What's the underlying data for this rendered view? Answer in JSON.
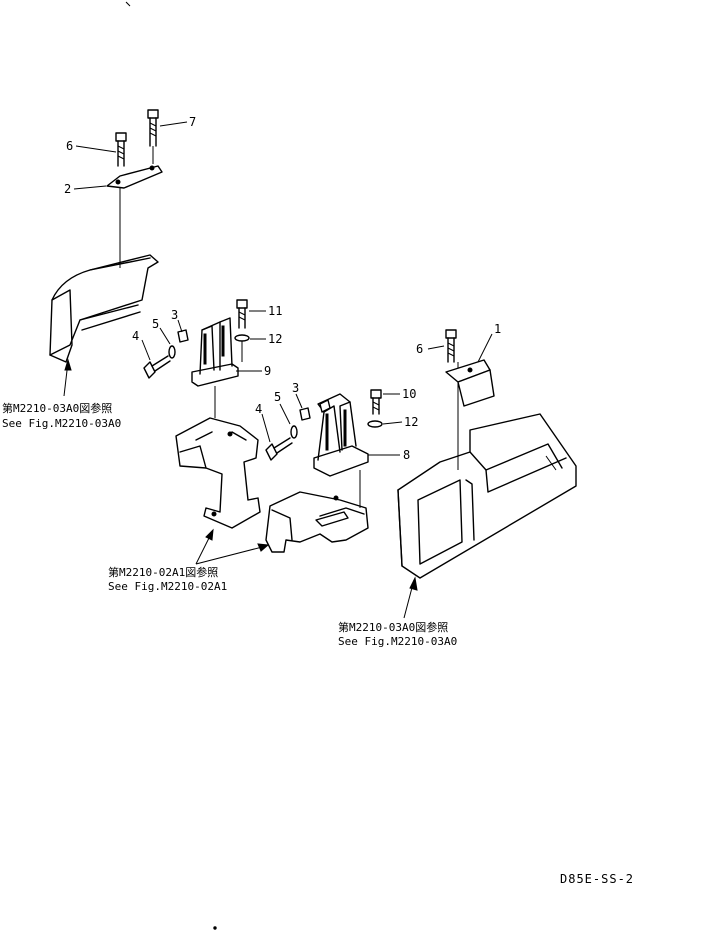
{
  "callouts": {
    "p1": "1",
    "p2": "2",
    "p3a": "3",
    "p3b": "3",
    "p4a": "4",
    "p4b": "4",
    "p5a": "5",
    "p5b": "5",
    "p6a": "6",
    "p6b": "6",
    "p7": "7",
    "p8": "8",
    "p9": "9",
    "p10": "10",
    "p11": "11",
    "p12a": "12",
    "p12b": "12"
  },
  "references": {
    "left": {
      "jp": "第M2210-03A0図参照",
      "en": "See Fig.M2210-03A0"
    },
    "center": {
      "jp": "第M2210-02A1図参照",
      "en": "See Fig.M2210-02A1"
    },
    "right": {
      "jp": "第M2210-03A0図参照",
      "en": "See Fig.M2210-03A0"
    }
  },
  "drawing_code": "D85E-SS-2"
}
